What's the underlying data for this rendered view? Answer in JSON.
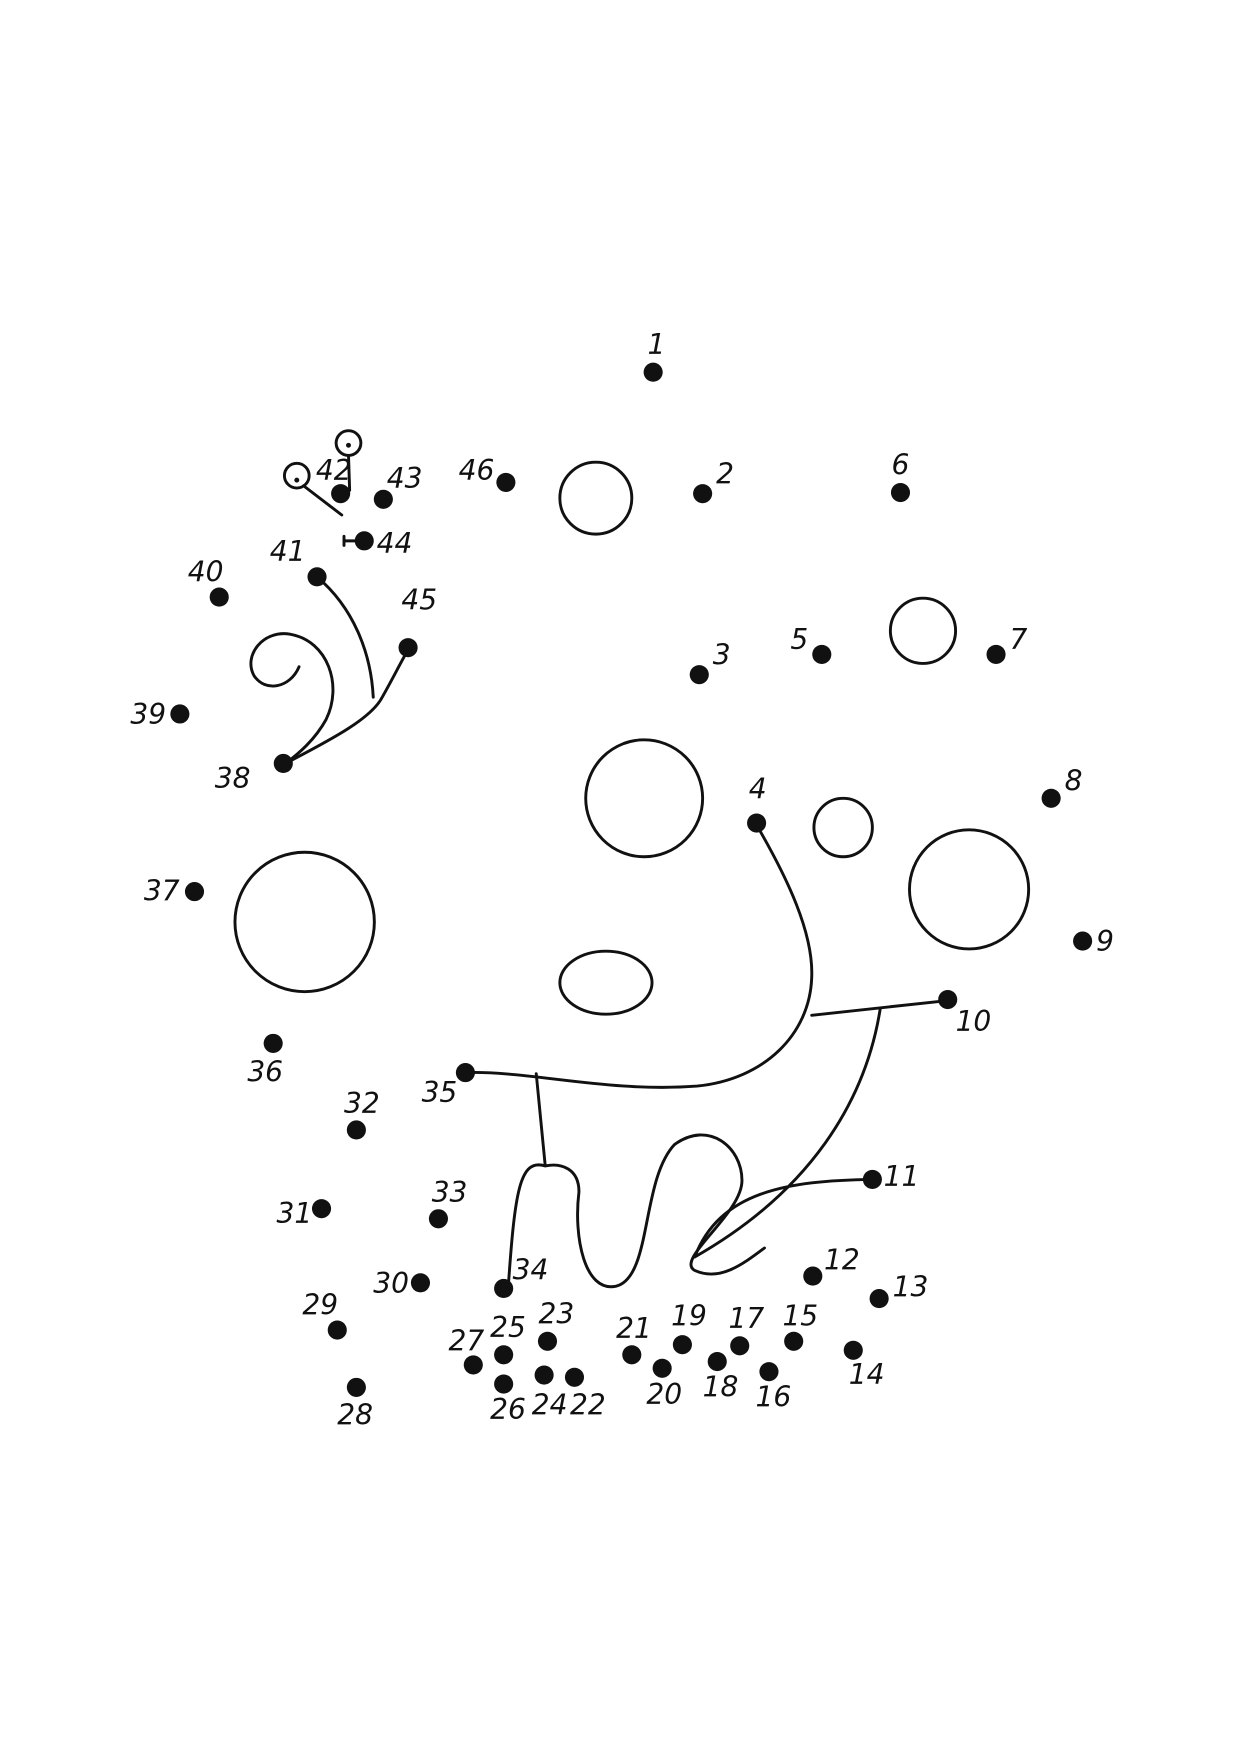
{
  "puzzle": {
    "ink_color": "#111111",
    "background_color": "#ffffff",
    "dots": [
      {
        "label": "1"
      },
      {
        "label": "2"
      },
      {
        "label": "3"
      },
      {
        "label": "4"
      },
      {
        "label": "5"
      },
      {
        "label": "6"
      },
      {
        "label": "7"
      },
      {
        "label": "8"
      },
      {
        "label": "9"
      },
      {
        "label": "10"
      },
      {
        "label": "11"
      },
      {
        "label": "12"
      },
      {
        "label": "13"
      },
      {
        "label": "14"
      },
      {
        "label": "15"
      },
      {
        "label": "16"
      },
      {
        "label": "17"
      },
      {
        "label": "18"
      },
      {
        "label": "19"
      },
      {
        "label": "20"
      },
      {
        "label": "21"
      },
      {
        "label": "22"
      },
      {
        "label": "23"
      },
      {
        "label": "24"
      },
      {
        "label": "25"
      },
      {
        "label": "26"
      },
      {
        "label": "27"
      },
      {
        "label": "28"
      },
      {
        "label": "29"
      },
      {
        "label": "30"
      },
      {
        "label": "31"
      },
      {
        "label": "32"
      },
      {
        "label": "33"
      },
      {
        "label": "34"
      },
      {
        "label": "35"
      },
      {
        "label": "36"
      },
      {
        "label": "37"
      },
      {
        "label": "38"
      },
      {
        "label": "39"
      },
      {
        "label": "40"
      },
      {
        "label": "41"
      },
      {
        "label": "42"
      },
      {
        "label": "43"
      },
      {
        "label": "44"
      },
      {
        "label": "45"
      },
      {
        "label": "46"
      }
    ]
  }
}
